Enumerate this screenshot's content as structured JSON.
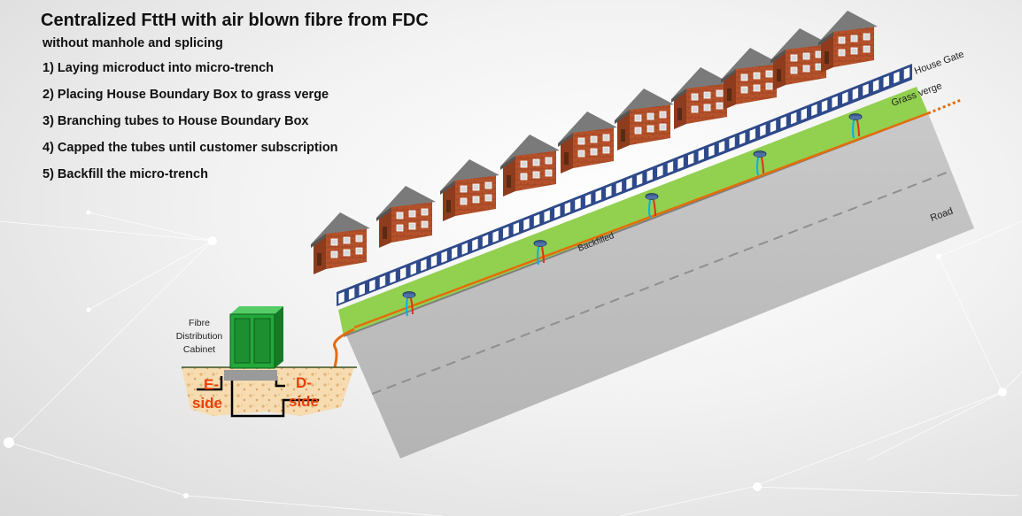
{
  "title": "Centralized FttH with air blown fibre from FDC",
  "subtitle": "without manhole and splicing",
  "steps": [
    "1) Laying microduct into micro-trench",
    "2) Placing House Boundary Box to grass verge",
    "3) Branching tubes to House Boundary Box",
    "4) Capped the tubes until customer subscription",
    "5) Backfill the micro-trench"
  ],
  "labels": {
    "house_gate": "House Gate",
    "grass_verge": "Grass verge",
    "backfilled": "Backfilled",
    "road": "Road",
    "cabinet_line1": "Fibre",
    "cabinet_line2": "Distribution",
    "cabinet_line3": "Cabinet",
    "e_side_line1": "E-",
    "e_side_line2": "side",
    "d_side_line1": "D-",
    "d_side_line2": "side"
  },
  "colors": {
    "grass": "#92d050",
    "road": "#bfbfbf",
    "fence": "#2f4a8a",
    "duct": "#e46c0a",
    "cabinet": "#22a83a",
    "side_text": "#e8400c",
    "roof": "#6d6d6d",
    "brick": "#b5522b"
  },
  "icons": {
    "house": "house-icon",
    "boundary_box": "house-boundary-box-icon",
    "cabinet": "cabinet-icon"
  }
}
